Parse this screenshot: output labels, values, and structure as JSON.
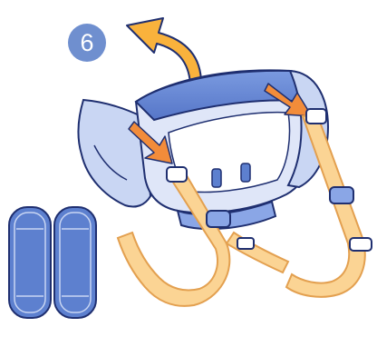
{
  "step": {
    "number": "6"
  },
  "colors": {
    "badge": "#6f8fcf",
    "arrow": "#f9b23c",
    "strap": "#fbd494",
    "strap_outline": "#e3a050",
    "body_dark": "#5d80cf",
    "body_light": "#c7d4f2",
    "outline": "#1f2f70"
  },
  "illustration": {
    "subject": "baby-carrier-illustration",
    "insert_arrows": 2,
    "pads": 2
  }
}
